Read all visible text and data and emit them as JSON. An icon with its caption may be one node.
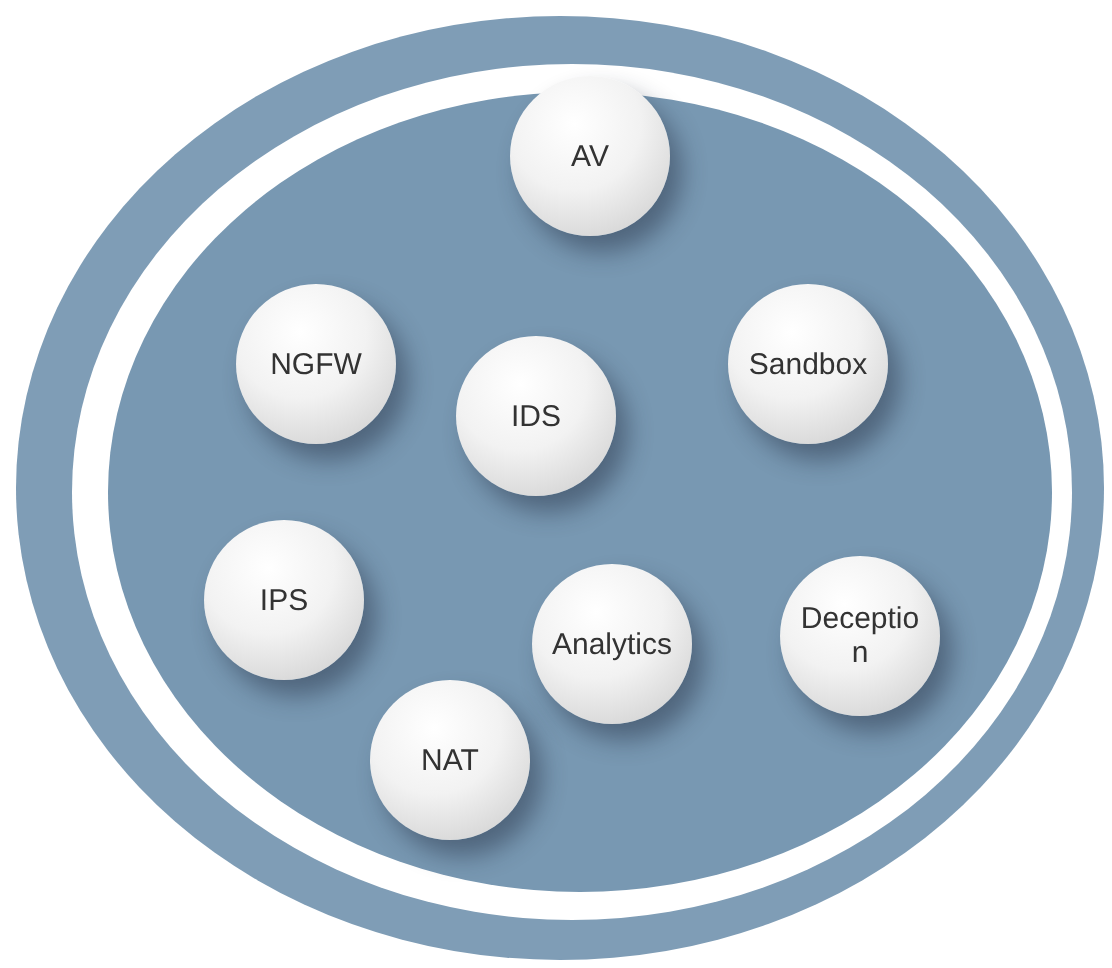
{
  "diagram": {
    "nodes": [
      {
        "text": [
          "AV"
        ]
      },
      {
        "text": [
          "NGFW"
        ]
      },
      {
        "text": [
          "IDS"
        ]
      },
      {
        "text": [
          "Sandbox"
        ]
      },
      {
        "text": [
          "IPS"
        ]
      },
      {
        "text": [
          "Analytics"
        ]
      },
      {
        "text": [
          "Deception"
        ]
      },
      {
        "text": [
          "NAT"
        ]
      }
    ]
  }
}
